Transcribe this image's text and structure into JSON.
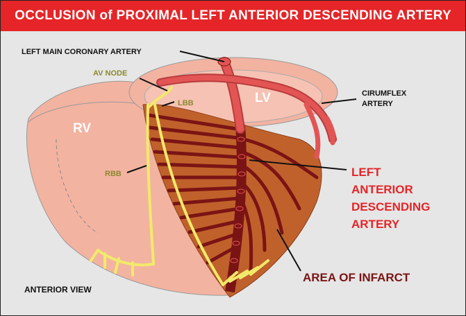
{
  "title": "OCCLUSION of PROXIMAL LEFT ANTERIOR DESCENDING ARTERY",
  "labels": {
    "left_main": "LEFT MAIN CORONARY ARTERY",
    "av_node": "AV NODE",
    "lbb": "LBB",
    "lv": "LV",
    "rv": "RV",
    "rbb": "RBB",
    "circumflex_line1": "CIRUMFLEX",
    "circumflex_line2": "ARTERY",
    "lad_line1": "LEFT",
    "lad_line2": "ANTERIOR",
    "lad_line3": "DESCENDING",
    "lad_line4": "ARTERY",
    "infarct": "AREA OF INFARCT",
    "view": "ANTERIOR VIEW"
  },
  "colors": {
    "title_bg": "#e52528",
    "background": "#e6e6e6",
    "heart_skin": "#f3b3a1",
    "infarct": "#c0612c",
    "lad": "#7a1414",
    "circumflex": "#e35555",
    "conduction": "#f2ea6a",
    "label_olive": "#8c8a2e",
    "label_red": "#e52528",
    "label_darkred": "#7a1414"
  }
}
